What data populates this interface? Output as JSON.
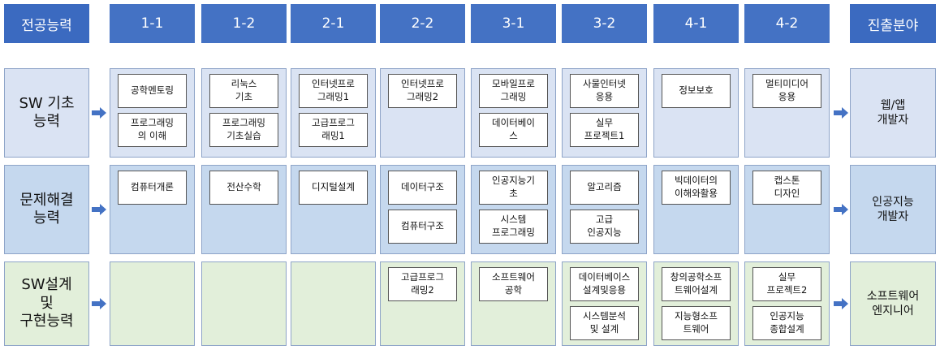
{
  "header": {
    "left_title": "전공능력",
    "right_title": "진출분야",
    "semesters": [
      "1-1",
      "1-2",
      "2-1",
      "2-2",
      "3-1",
      "3-2",
      "4-1",
      "4-2"
    ]
  },
  "rows": [
    {
      "label": "SW 기초\n능력",
      "outcome": "웹/앱\n개발자",
      "cells": [
        [
          "공학멘토링",
          "프로그래밍\n의 이해"
        ],
        [
          "리눅스\n기초",
          "프로그래밍\n기초실습"
        ],
        [
          "인터넷프로\n그래밍1",
          "고급프로그\n래밍1"
        ],
        [
          "인터넷프로\n그래밍2"
        ],
        [
          "모바일프로\n그래밍",
          "데이터베이\n스"
        ],
        [
          "사물인터넷\n응용",
          "실무\n프로젝트1"
        ],
        [
          "정보보호"
        ],
        [
          "멀티미디어\n응용"
        ]
      ]
    },
    {
      "label": "문제해결\n능력",
      "outcome": "인공지능\n개발자",
      "cells": [
        [
          "컴퓨터개론"
        ],
        [
          "전산수학"
        ],
        [
          "디지털설계"
        ],
        [
          "데이터구조",
          "컴퓨터구조"
        ],
        [
          "인공지능기\n초",
          "시스템\n프로그래밍"
        ],
        [
          "알고리즘",
          "고급\n인공지능"
        ],
        [
          "빅데이터의\n이해와활용"
        ],
        [
          "캡스톤\n디자인"
        ]
      ]
    },
    {
      "label": "SW설계\n및\n구현능력",
      "outcome": "소프트웨어\n엔지니어",
      "cells": [
        [],
        [],
        [],
        [
          "고급프로그\n래밍2"
        ],
        [
          "소프트웨어\n공학"
        ],
        [
          "데이터베이스\n설계및응용",
          "시스템분석\n및 설계"
        ],
        [
          "창의공학소프\n트웨어설계",
          "지능형소프\n트웨어"
        ],
        [
          "실무\n프로젝트2",
          "인공지능\n종합설계"
        ]
      ]
    }
  ],
  "colors": {
    "header": "#4472c4",
    "row1": "#dae3f3",
    "row2": "#c5d8ee",
    "row3": "#e2efda",
    "arrow": "#4472c4"
  }
}
